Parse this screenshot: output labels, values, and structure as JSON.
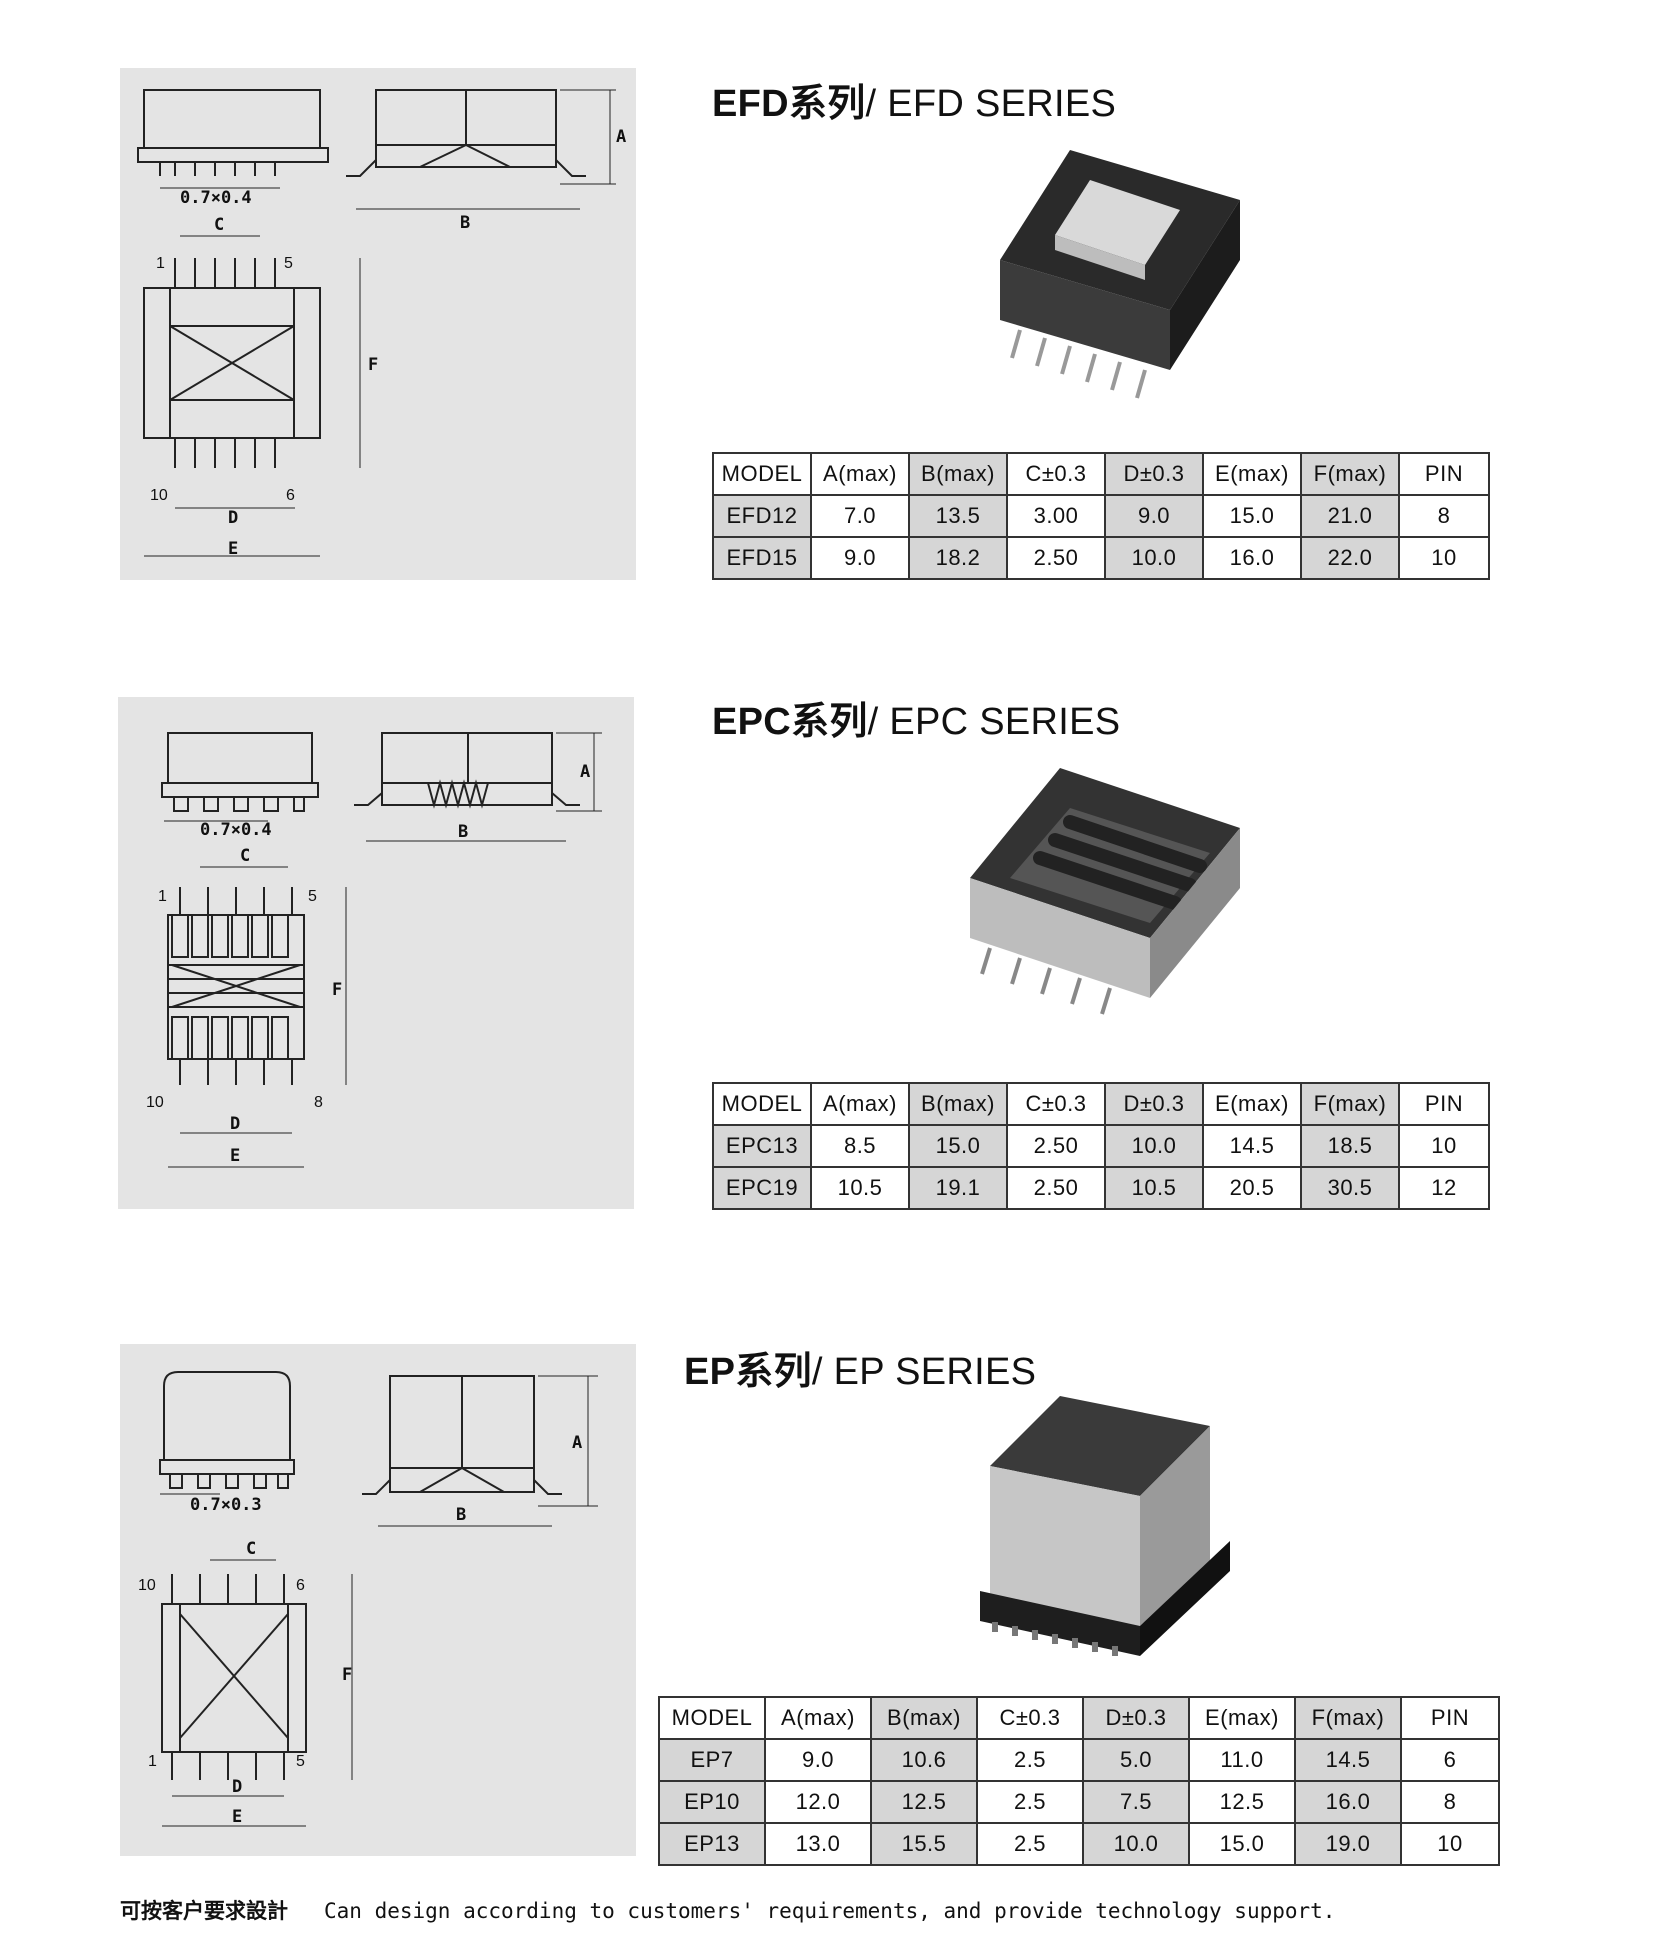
{
  "sections": [
    {
      "title_zh": "EFD系列",
      "title_en": "/ EFD SERIES",
      "drawing": {
        "pitch_label": "0.7×0.4",
        "labels": [
          "A",
          "B",
          "C",
          "D",
          "E",
          "F"
        ],
        "pin_first": "1",
        "pin_top_last": "5",
        "pin_bottom_first": "10",
        "pin_bottom_last": "6"
      },
      "headers": [
        "MODEL",
        "A(max)",
        "B(max)",
        "C±0.3",
        "D±0.3",
        "E(max)",
        "F(max)",
        "PIN"
      ],
      "rows": [
        [
          "EFD12",
          "7.0",
          "13.5",
          "3.00",
          "9.0",
          "15.0",
          "21.0",
          "8"
        ],
        [
          "EFD15",
          "9.0",
          "18.2",
          "2.50",
          "10.0",
          "16.0",
          "22.0",
          "10"
        ]
      ],
      "photo_icon": "efd-transformer-photo"
    },
    {
      "title_zh": "EPC系列",
      "title_en": "/ EPC SERIES",
      "drawing": {
        "pitch_label": "0.7×0.4",
        "labels": [
          "A",
          "B",
          "C",
          "D",
          "E",
          "F"
        ],
        "pin_first": "1",
        "pin_top_last": "5",
        "pin_bottom_first": "10",
        "pin_bottom_last": "8"
      },
      "headers": [
        "MODEL",
        "A(max)",
        "B(max)",
        "C±0.3",
        "D±0.3",
        "E(max)",
        "F(max)",
        "PIN"
      ],
      "rows": [
        [
          "EPC13",
          "8.5",
          "15.0",
          "2.50",
          "10.0",
          "14.5",
          "18.5",
          "10"
        ],
        [
          "EPC19",
          "10.5",
          "19.1",
          "2.50",
          "10.5",
          "20.5",
          "30.5",
          "12"
        ]
      ],
      "photo_icon": "epc-transformer-photo"
    },
    {
      "title_zh": "EP系列",
      "title_en": "/ EP SERIES",
      "drawing": {
        "pitch_label": "0.7×0.3",
        "labels": [
          "A",
          "B",
          "C",
          "D",
          "E",
          "F"
        ],
        "pin_first": "10",
        "pin_top_last": "6",
        "pin_bottom_first": "1",
        "pin_bottom_last": "5"
      },
      "headers": [
        "MODEL",
        "A(max)",
        "B(max)",
        "C±0.3",
        "D±0.3",
        "E(max)",
        "F(max)",
        "PIN"
      ],
      "rows": [
        [
          "EP7",
          "9.0",
          "10.6",
          "2.5",
          "5.0",
          "11.0",
          "14.5",
          "6"
        ],
        [
          "EP10",
          "12.0",
          "12.5",
          "2.5",
          "7.5",
          "12.5",
          "16.0",
          "8"
        ],
        [
          "EP13",
          "13.0",
          "15.5",
          "2.5",
          "10.0",
          "15.0",
          "19.0",
          "10"
        ]
      ],
      "photo_icon": "ep-transformer-photo"
    }
  ],
  "footer": {
    "zh": "可按客户要求設計",
    "en": "Can design according to customers' requirements, and provide technology support."
  }
}
